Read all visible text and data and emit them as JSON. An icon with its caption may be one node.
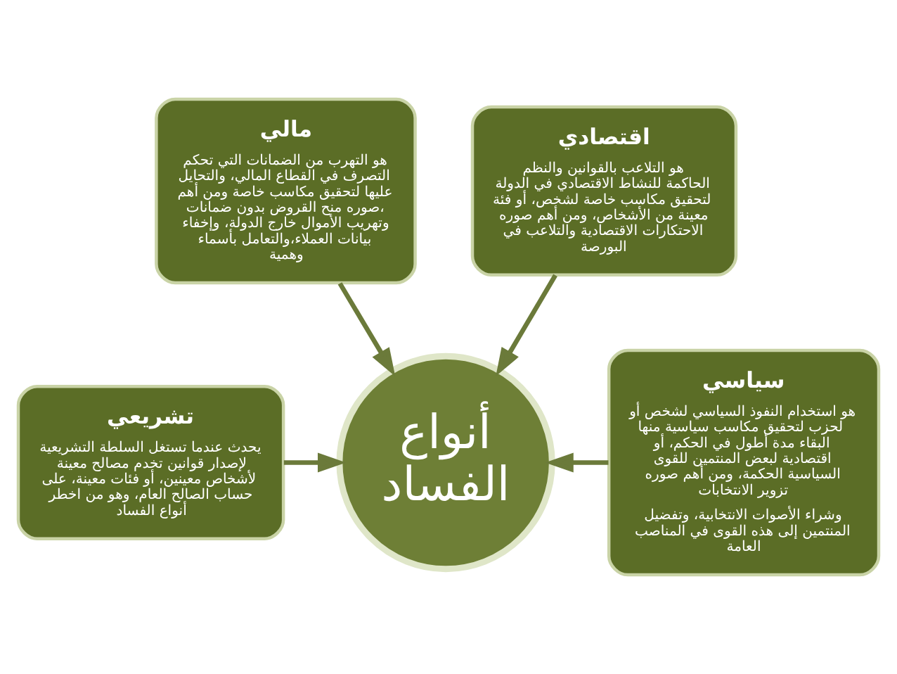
{
  "diagram": {
    "nodes": [
      {
        "text": [
          "مالي",
          "هو التهرب من الضمانات التي تحكم التصرف في القطاع المالي، والتحايل عليها لتحقيق مكاسب خاصة ومن أهم صوره منح القروض بدون ضمانات، وتهريب الأموال خارج الدولة، وإخفاء بيانات العملاء،والتعامل بأسماء وهمية"
        ]
      },
      {
        "text": [
          "اقتصادي",
          "هو التلاعب بالقوانين والنظم الحاكمة للنشاط الاقتصادي في الدولة لتحقيق مكاسب خاصة لشخص، أو فئة معينة من الأشخاص، ومن أهم صوره الاحتكارات الاقتصادية والتلاعب في البورصة"
        ]
      },
      {
        "text": [
          "تشريعي",
          "يحدث عندما تستغل السلطة التشريعية لإصدار قوانين تخدم مصالح معينة لأشخاص معينين، أو فئات معينة، على حساب الصالح العام، وهو من اخطر أنواع الفساد"
        ]
      },
      {
        "text": [
          "سياسي",
          "هو استخدام النفوذ السياسي لشخص أو لحزب لتحقيق مكاسب سياسية منها البقاء مدة أطول في الحكم، أو اقتصادية لبعض المنتمين للقوى السياسية الحكمة، ومن أهم صوره تزوير الانتخابات",
          "وشراء الأصوات الانتخابية، وتفضيل المنتمين إلى هذه القوى في المناصب العامة"
        ]
      },
      {
        "text": [
          "أنواع الفساد"
        ]
      }
    ],
    "edges": [
      {
        "from": 0,
        "to": 4,
        "arrow": "to"
      },
      {
        "from": 1,
        "to": 4,
        "arrow": "to"
      },
      {
        "from": 2,
        "to": 4,
        "arrow": "to"
      },
      {
        "from": 3,
        "to": 4,
        "arrow": "to"
      }
    ]
  }
}
